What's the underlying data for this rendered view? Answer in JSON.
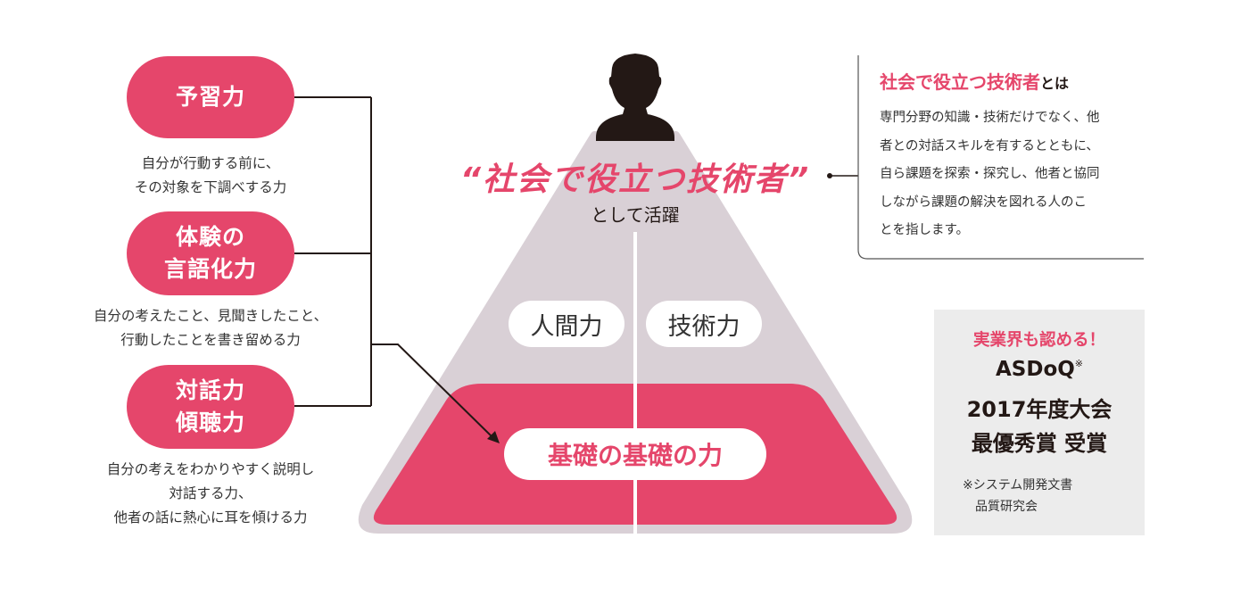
{
  "abilities": [
    {
      "title": "予習力",
      "description": "自分が行動する前に、\nその対象を下調べする力"
    },
    {
      "title": "体験の\n言語化力",
      "description": "自分の考えたこと、見聞きしたこと、\n行動したことを書き留める力"
    },
    {
      "title": "対話力\n傾聴力",
      "description": "自分の考えをわかりやすく説明し\n対話する力、\n他者の話に熱心に耳を傾ける力"
    }
  ],
  "pyramid": {
    "headline": "“社会で役立つ技術者”",
    "subline": "として活躍",
    "left_skill": "人間力",
    "right_skill": "技術力",
    "foundation": "基礎の基礎の力"
  },
  "definition": {
    "heading_highlight": "社会で役立つ技術者",
    "heading_suffix": "とは",
    "body": "専門分野の知識・技術だけでなく、他\n者との対話スキルを有するとともに、\n自ら課題を探索・探究し、他者と協同\nしながら課題の解決を図れる人のこ\nとを指します。"
  },
  "award": {
    "tagline": "実業界も認める！",
    "name": "ASDoQ",
    "name_mark": "※",
    "line1": "2017年度大会",
    "line2": "最優秀賞 受賞",
    "footnote": "※システム開発文書\n　品質研究会"
  },
  "colors": {
    "accent": "#e5466b",
    "pyramid_gray": "#d9d0d6",
    "award_bg": "#ececec",
    "text": "#333333"
  },
  "icons": [
    "person-silhouette-icon",
    "arrow-icon"
  ]
}
